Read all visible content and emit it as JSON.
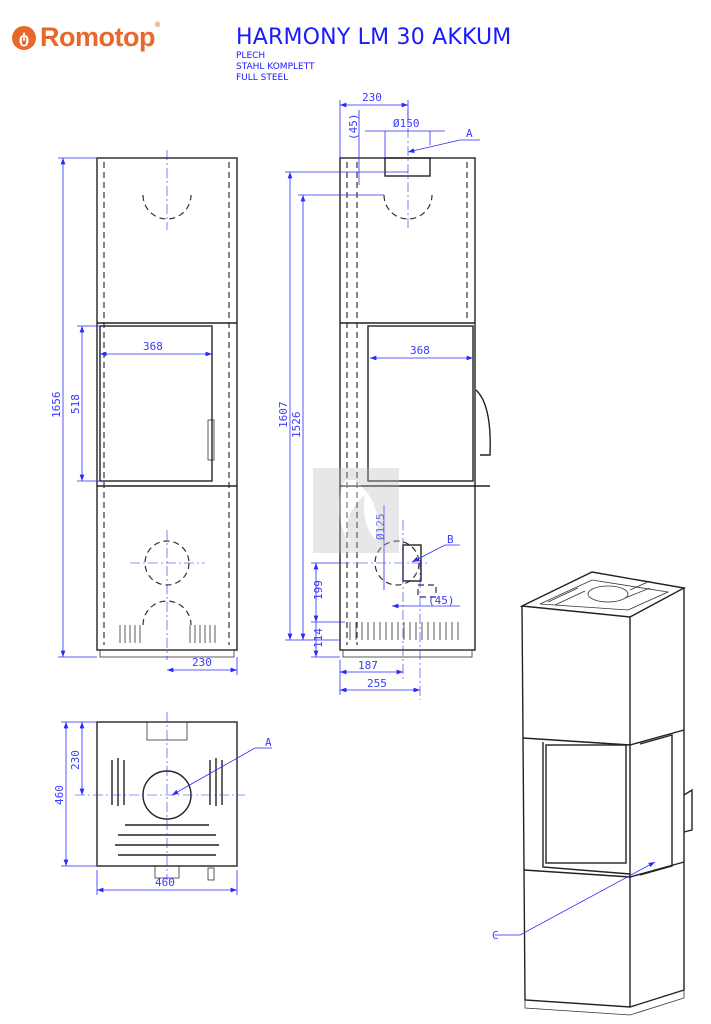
{
  "brand": {
    "name": "Romotop",
    "icon": "flame-icon",
    "color": "#e8672a"
  },
  "header": {
    "title": "HARMONY LM 30 AKKUM",
    "lines": [
      "PLECH",
      "STAHL KOMPLETT",
      "FULL STEEL"
    ],
    "color": "#1a1aff"
  },
  "front_view": {
    "height": "1656",
    "window_height": "518",
    "window_width": "368",
    "offset": "230"
  },
  "side_view": {
    "top_offset": "230",
    "flue_offset": "(45)",
    "flue_diameter": "150",
    "label_a": "A",
    "height_1": "1607",
    "height_2": "1526",
    "window_width": "368",
    "rear_diameter": "125",
    "label_b": "B",
    "dim_199": "199",
    "dim_114": "114",
    "rear_offset": "(45)",
    "dim_187": "187",
    "dim_255": "255",
    "diameter_symbol": "Ø"
  },
  "top_view": {
    "depth": "460",
    "half_depth": "230",
    "width": "460",
    "label_a": "A"
  },
  "iso_view": {
    "label_c": "C"
  }
}
